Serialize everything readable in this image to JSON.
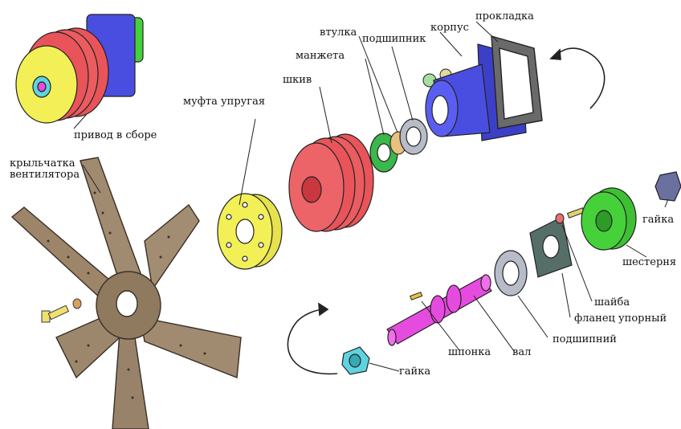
{
  "labels": {
    "drive_assembly": "привод в сборе",
    "fan_impeller_line1": "крыльчатка",
    "fan_impeller_line2": "вентилятора",
    "elastic_coupling": "муфта упругая",
    "pulley": "шкив",
    "cuff": "манжета",
    "bushing": "втулка",
    "bearing_top": "подшипник",
    "housing": "корпус",
    "gasket": "прокладка",
    "nut_right": "гайка",
    "gear": "шестерня",
    "washer": "шайба",
    "thrust_flange": "фланец упорный",
    "bearing_bottom": "подшипний",
    "shaft": "вал",
    "key": "шпонка",
    "nut_bottom": "гайка"
  },
  "colors": {
    "pulley": "#e8545a",
    "housing": "#4a4ee0",
    "gear": "#46d13a",
    "coupling": "#f2f056",
    "shaft": "#e64be0",
    "fan": "#a08a70",
    "cuff": "#3ab84a",
    "nut": "#5fd4e0",
    "bearing": "#b8bcc8",
    "flange": "#566e68"
  }
}
